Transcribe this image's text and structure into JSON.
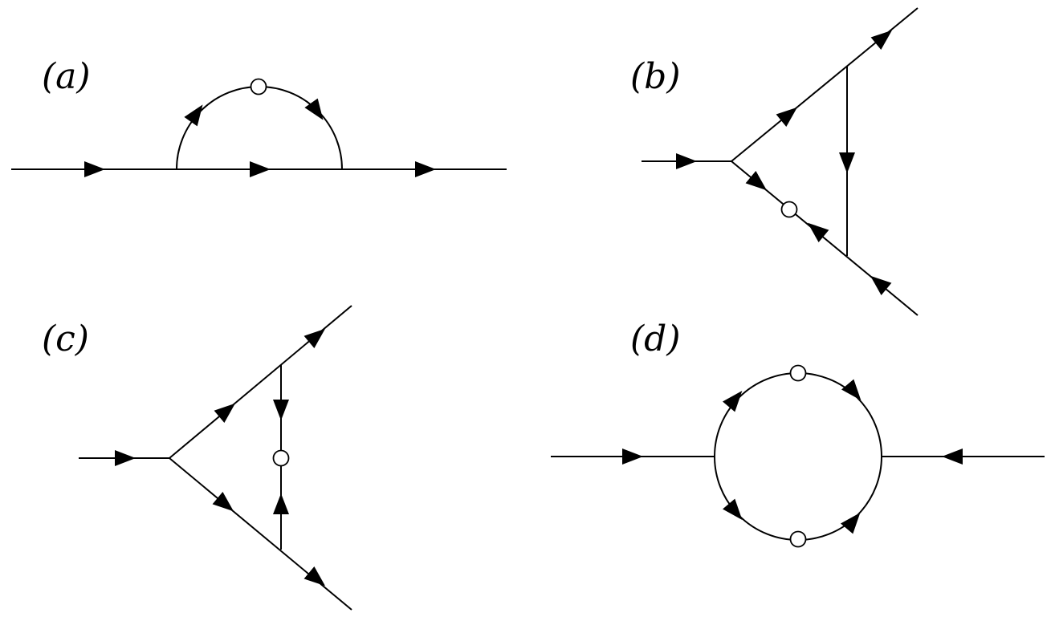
{
  "colors": {
    "stroke": "#000000",
    "fill": "#ffffff",
    "arrow": "#000000"
  },
  "panels": [
    {
      "id": "a",
      "label": "(a)"
    },
    {
      "id": "b",
      "label": "(b)"
    },
    {
      "id": "c",
      "label": "(c)"
    },
    {
      "id": "d",
      "label": "(d)"
    }
  ]
}
